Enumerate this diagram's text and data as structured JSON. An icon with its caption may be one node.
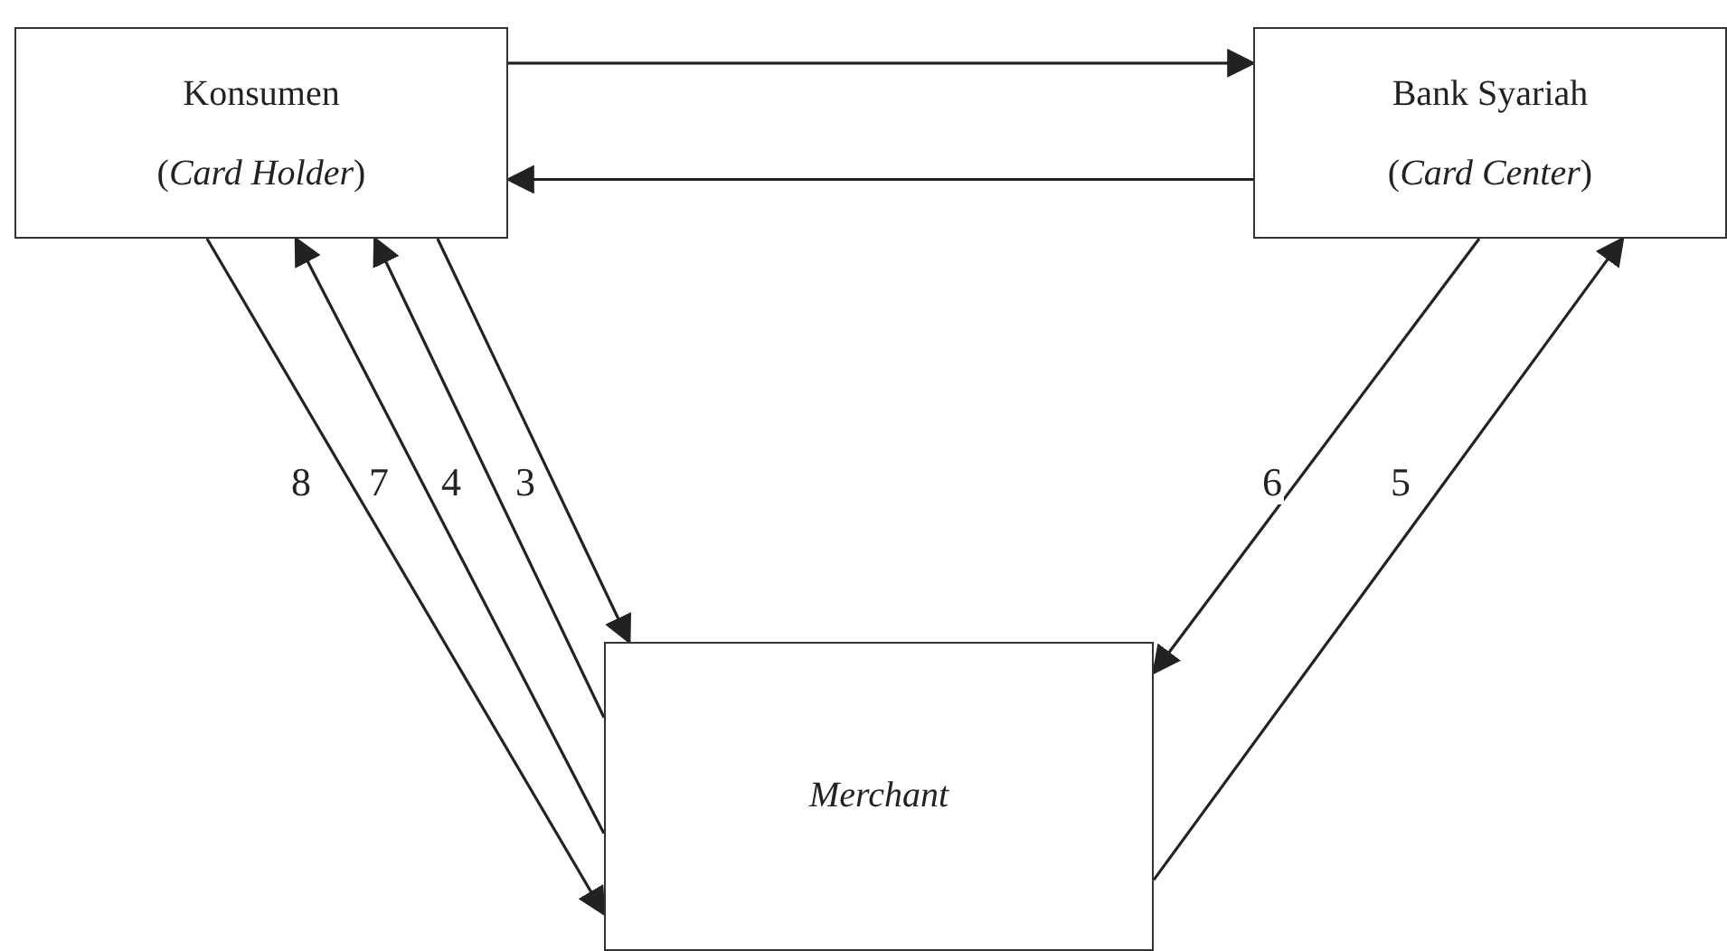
{
  "diagram": {
    "nodes": [
      {
        "text": [
          "Konsumen",
          "(*Card Holder*)"
        ]
      },
      {
        "text": [
          "Bank Syariah",
          "(*Card Center*)"
        ]
      },
      {
        "text": [
          "Merchant"
        ]
      }
    ],
    "edges": [
      {
        "from": 0,
        "to": 1,
        "arrow": "to"
      },
      {
        "from": 1,
        "to": 0,
        "arrow": "to"
      },
      {
        "from": 0,
        "to": 2,
        "arrow": "to",
        "label": "8"
      },
      {
        "from": 2,
        "to": 0,
        "arrow": "to",
        "label": "7"
      },
      {
        "from": 2,
        "to": 0,
        "arrow": "to",
        "label": "4"
      },
      {
        "from": 0,
        "to": 2,
        "arrow": "to",
        "label": "3"
      },
      {
        "from": 1,
        "to": 2,
        "arrow": "to",
        "label": "6"
      },
      {
        "from": 2,
        "to": 1,
        "arrow": "to",
        "label": "5"
      }
    ]
  }
}
